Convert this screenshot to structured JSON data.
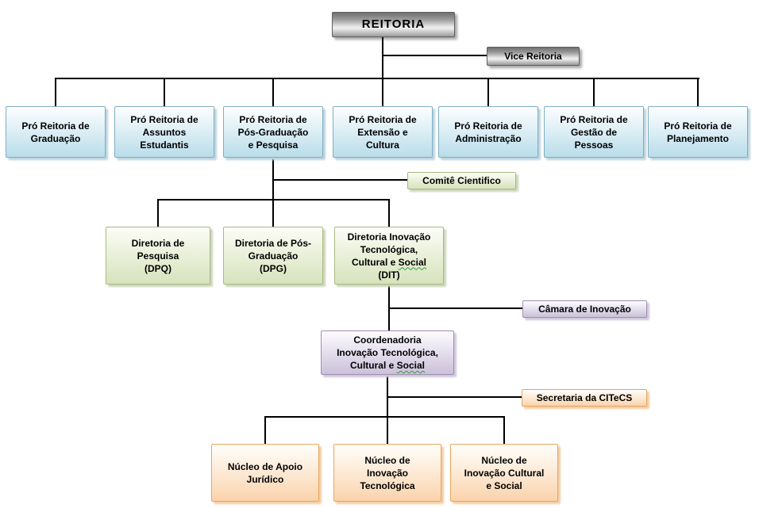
{
  "org": {
    "reitoria": {
      "label": "REITORIA"
    },
    "vice_reitoria": {
      "label": "Vice Reitoria"
    },
    "pro_reitorias": [
      {
        "label": "Pró Reitoria de\nGraduação"
      },
      {
        "label": "Pró Reitoria de\nAssuntos\nEstudantis"
      },
      {
        "label": "Pró Reitoria de\nPós-Graduação\ne Pesquisa"
      },
      {
        "label": "Pró Reitoria de\nExtensão e\nCultura"
      },
      {
        "label": "Pró Reitoria de\nAdministração"
      },
      {
        "label": "Pró Reitoria de\nGestão de\nPessoas"
      },
      {
        "label": "Pró Reitoria de\nPlanejamento"
      }
    ],
    "comite_cientifico": {
      "label": "Comitê Cientifico"
    },
    "diretorias": [
      {
        "label": "Diretoria de\nPesquisa\n(DPQ)"
      },
      {
        "label": "Diretoria de Pós-\nGraduação\n(DPG)"
      },
      {
        "label_before": "Diretoria Inovação\nTecnológica,\nCultural e ",
        "label_wavy": "Social",
        "label_after": "\n(DIT)"
      }
    ],
    "camara_inovacao": {
      "label": "Câmara de Inovação"
    },
    "coordenadoria": {
      "label_before": "Coordenadoria\nInovação Tecnológica,\nCultural e ",
      "label_wavy": "Social",
      "label_after": ""
    },
    "secretaria_citecs": {
      "label": "Secretaria da CITeCS"
    },
    "nucleos": [
      {
        "label": "Núcleo de Apoio\nJurídico"
      },
      {
        "label": "Núcleo de\nInovação\nTecnológica"
      },
      {
        "label": "Núcleo de\nInovação Cultural\ne Social"
      }
    ]
  },
  "colors": {
    "box_blue_fill": "#b9dde9",
    "box_blue_border": "#7fafc4",
    "box_green_fill": "#d7e3bd",
    "box_green_border": "#aaba81",
    "box_purple_fill": "#cbc0d9",
    "box_purple_border": "#a08fb3",
    "box_orange_fill": "#fad3ac",
    "box_orange_border": "#eba55f",
    "box_metal_gray": "#9d9d9d",
    "connector": "#000000",
    "spellcheck_wavy_underline": "#2e9e3f",
    "text": "#000000",
    "background": "#ffffff"
  }
}
